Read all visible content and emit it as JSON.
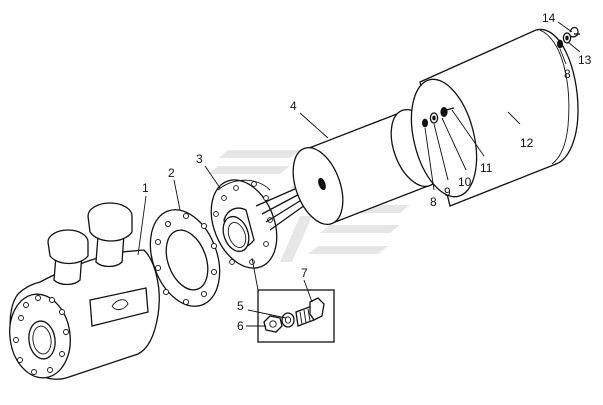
{
  "callouts": [
    {
      "id": "1",
      "text": "1"
    },
    {
      "id": "2",
      "text": "2"
    },
    {
      "id": "3",
      "text": "3"
    },
    {
      "id": "4",
      "text": "4"
    },
    {
      "id": "5",
      "text": "5"
    },
    {
      "id": "6",
      "text": "6"
    },
    {
      "id": "7",
      "text": "7"
    },
    {
      "id": "8a",
      "text": "8"
    },
    {
      "id": "8b",
      "text": "8"
    },
    {
      "id": "9",
      "text": "9"
    },
    {
      "id": "10",
      "text": "10"
    },
    {
      "id": "11",
      "text": "11"
    },
    {
      "id": "12",
      "text": "12"
    },
    {
      "id": "13",
      "text": "13"
    },
    {
      "id": "14",
      "text": "14"
    }
  ]
}
